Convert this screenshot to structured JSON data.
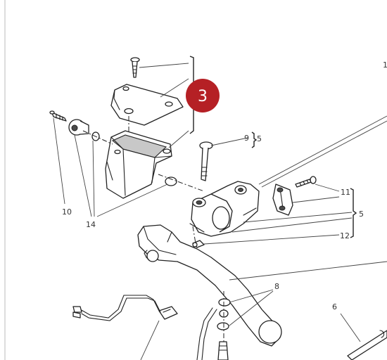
{
  "callout": {
    "number": "3",
    "color": "#b52025"
  },
  "labels": {
    "l1": "1",
    "l5a": "5",
    "l5b": "5",
    "l6": "6",
    "l8": "8",
    "l9": "9",
    "l10": "10",
    "l11": "11",
    "l12": "12",
    "l14": "14"
  },
  "colors": {
    "line": "#222222",
    "label": "#333333",
    "background": "#ffffff"
  }
}
